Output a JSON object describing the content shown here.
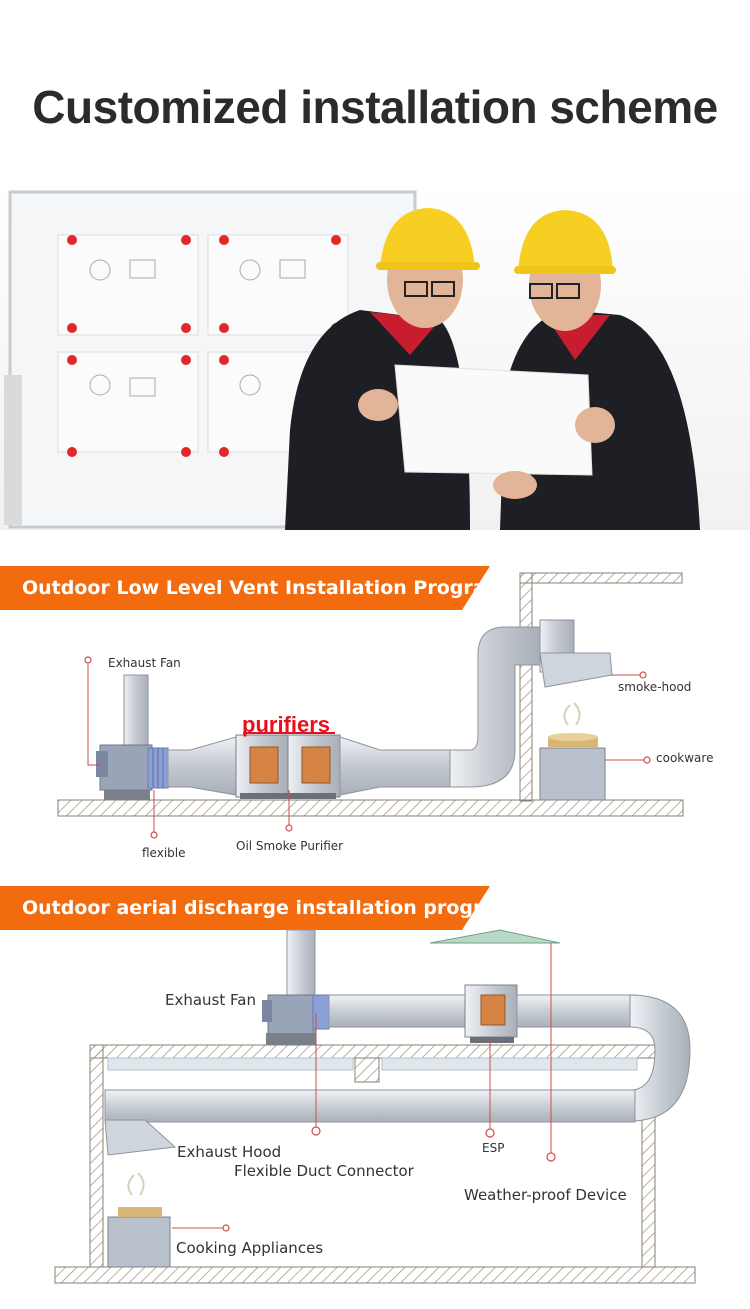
{
  "title": "Customized installation scheme",
  "accent_color": "#f26b0f",
  "section1": {
    "banner": "Outdoor Low Level Vent Installation Program",
    "labels": {
      "exhaust_fan": "Exhaust Fan",
      "purifiers": "purifiers",
      "smoke_hood": "smoke-hood",
      "cookware": "cookware",
      "flexible": "flexible",
      "oil_smoke_purifier": "Oil Smoke Purifier"
    }
  },
  "section2": {
    "banner": "Outdoor aerial discharge installation program",
    "labels": {
      "exhaust_fan": "Exhaust Fan",
      "exhaust_hood": "Exhaust Hood",
      "flexible_duct_connector": "Flexible Duct Connector",
      "esp": "ESP",
      "weather_proof_device": "Weather-proof Device",
      "cooking_appliances": "Cooking Appliances"
    }
  }
}
